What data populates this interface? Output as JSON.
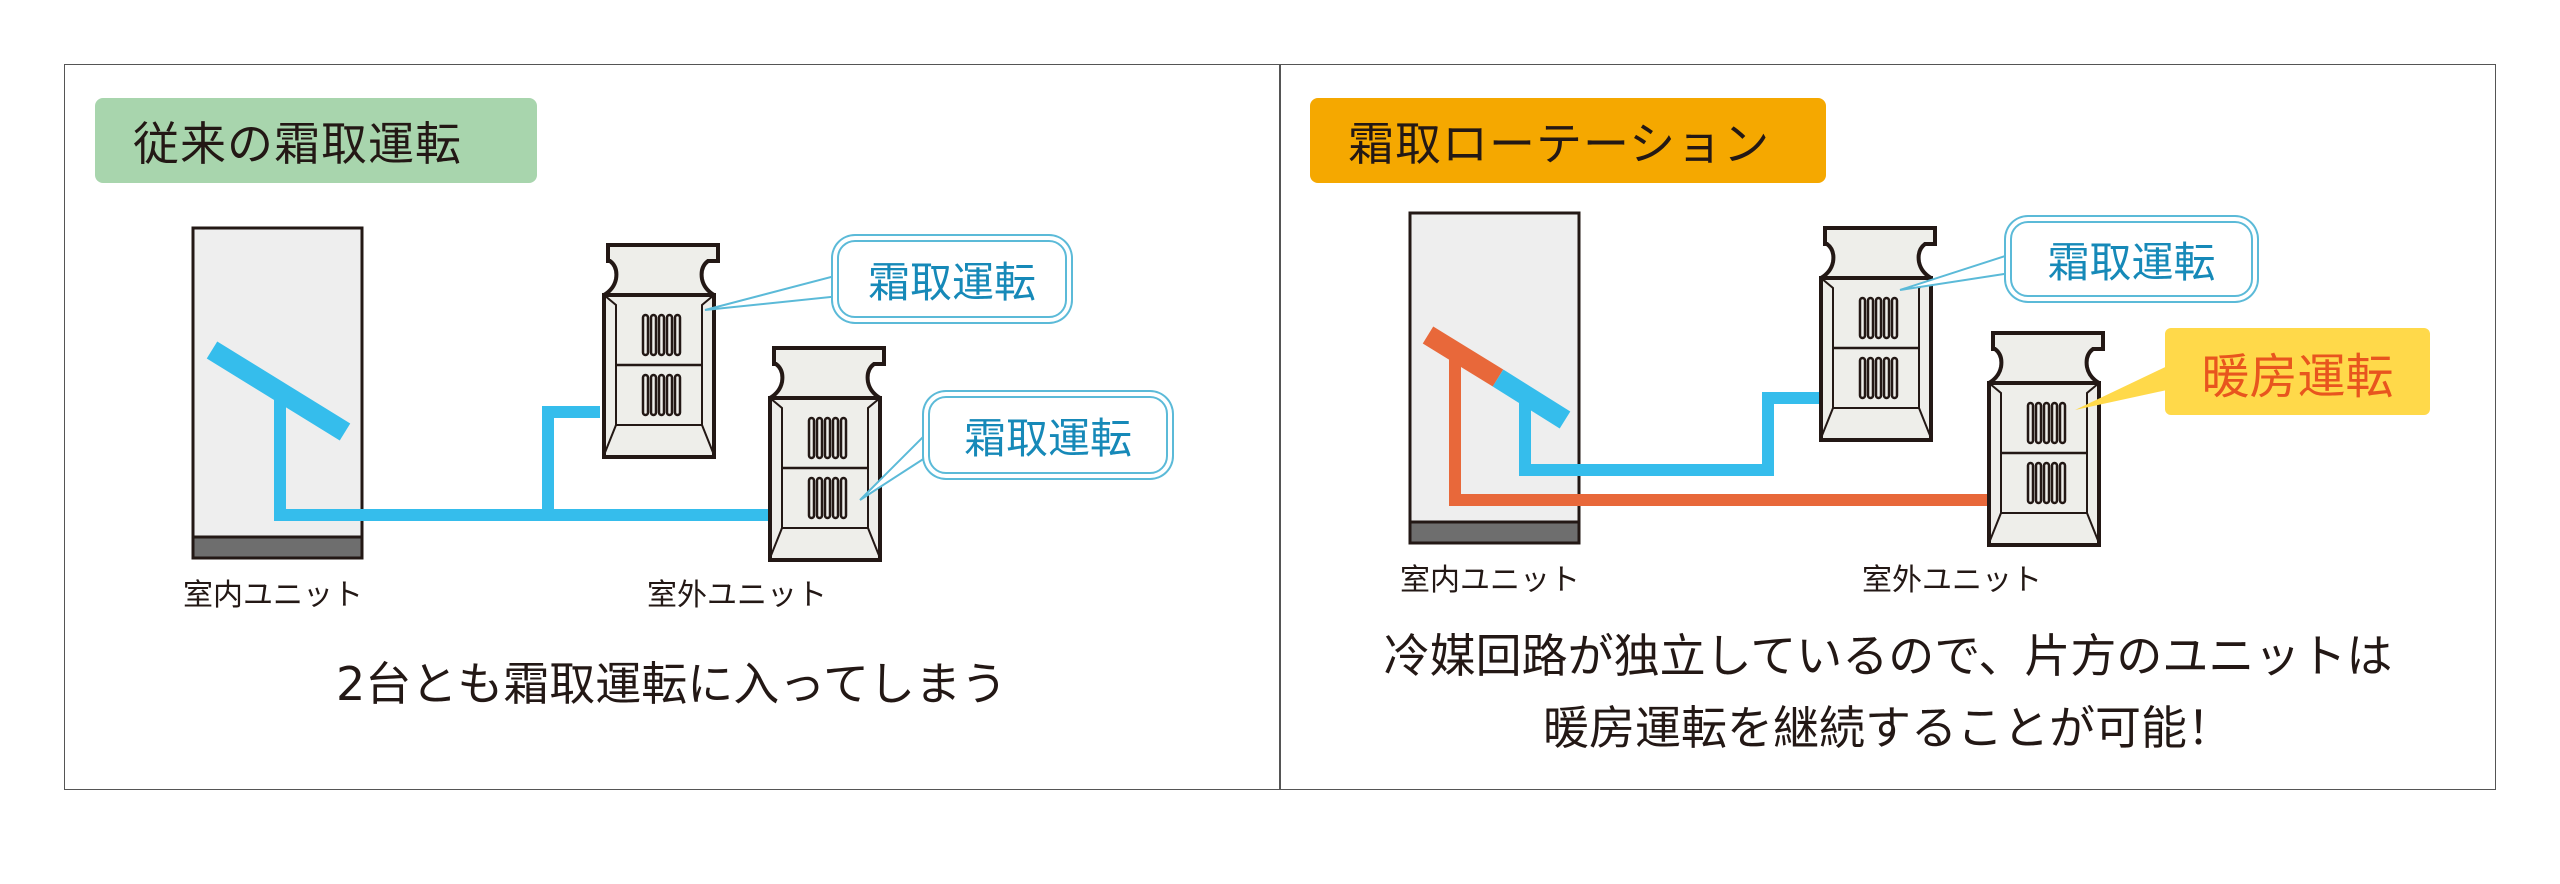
{
  "colors": {
    "cold_pipe": "#35bdec",
    "warm_pipe": "#e8683a",
    "tag_conventional": "#a8d5ad",
    "tag_rotation": "#f5a800",
    "callout_defrost": "#1689b8",
    "callout_heating_bg": "#ffd94a",
    "callout_heating_text": "#e8551e",
    "unit_fill": "#eeeeea",
    "unit_stroke": "#231815"
  },
  "left_panel": {
    "title": "従来の霜取運転",
    "indoor_label": "室内ユニット",
    "outdoor_label": "室外ユニット",
    "callouts": [
      "霜取運転",
      "霜取運転"
    ],
    "caption": "2台とも霜取運転に入ってしまう"
  },
  "right_panel": {
    "title": "霜取ローテーション",
    "indoor_label": "室内ユニット",
    "outdoor_label": "室外ユニット",
    "callout_defrost": "霜取運転",
    "callout_heating": "暖房運転",
    "caption_line1": "冷媒回路が独立しているので、片方のユニットは",
    "caption_line2": "暖房運転を継続することが可能！"
  }
}
